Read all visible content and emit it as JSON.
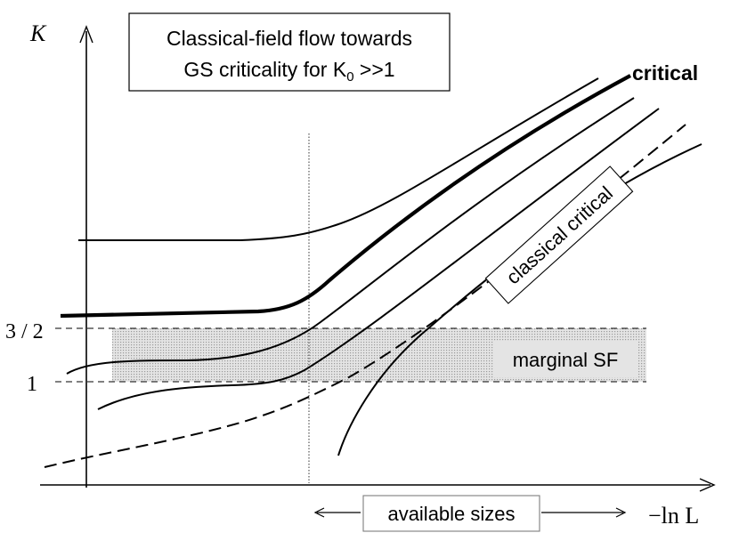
{
  "title": {
    "line1": "Classical-field flow towards",
    "line2_prefix": "GS criticality for K",
    "line2_sub": "0",
    "line2_suffix": " >>1"
  },
  "axes": {
    "y_label": "K",
    "x_label": "−ln L"
  },
  "ticks": {
    "three_halves": "3 / 2",
    "one": "1"
  },
  "labels": {
    "critical": "critical",
    "classical_critical": "classical critical",
    "marginal_sf": "marginal SF",
    "available_sizes": "available sizes"
  },
  "colors": {
    "ink": "#000000",
    "band_fill": "#d8d8d8",
    "box_border": "#7f7f7f"
  }
}
